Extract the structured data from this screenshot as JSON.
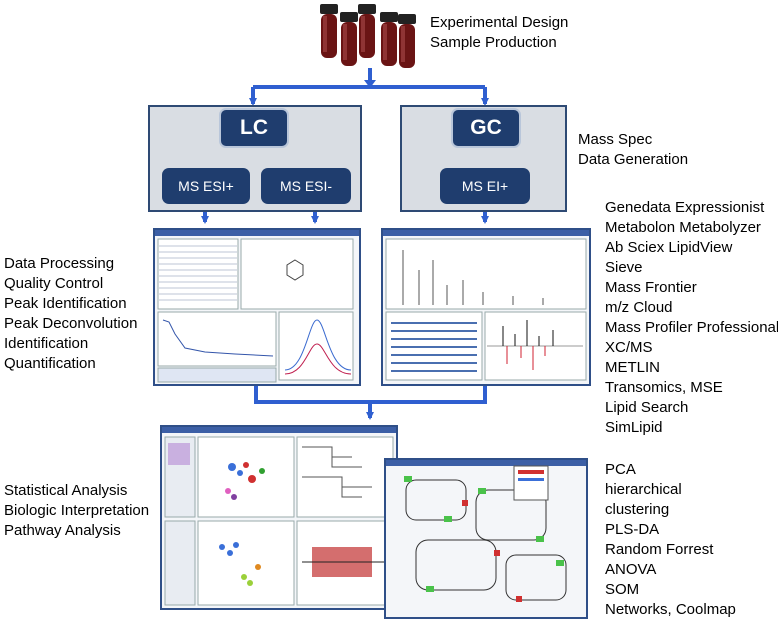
{
  "nodes": {
    "lc": "LC",
    "gc": "GC",
    "ms_esi_pos": "MS ESI+",
    "ms_esi_neg": "MS ESI-",
    "ms_ei_pos": "MS EI+"
  },
  "labels": {
    "top": [
      "Experimental Design",
      "Sample Production"
    ],
    "mass_spec": [
      "Mass Spec",
      "Data Generation"
    ],
    "processing": [
      "Data Processing",
      "Quality Control",
      "Peak Identification",
      "Peak Deconvolution",
      "Identification",
      "Quantification"
    ],
    "software": [
      "Genedata Expressionist",
      "Metabolon Metabolyzer",
      "Ab Sciex LipidView",
      "Sieve",
      "Mass Frontier",
      "m/z Cloud",
      "Mass Profiler Professional",
      "XC/MS",
      "METLIN",
      "Transomics, MSE",
      "Lipid Search",
      "SimLipid"
    ],
    "statistics": [
      "Statistical Analysis",
      "Biologic Interpretation",
      "Pathway Analysis"
    ],
    "methods": [
      "PCA",
      "hierarchical",
      "clustering",
      "PLS-DA",
      "Random Forrest",
      "ANOVA",
      "SOM",
      "Networks, Coolmap"
    ]
  },
  "colors": {
    "arrow": "#2f5fd0",
    "box_fill": "#d9dde3",
    "box_border": "#2e4a74",
    "node_fill": "#1f3d6e",
    "tube_cap": "#222222",
    "tube_fill": "#6a1414"
  }
}
